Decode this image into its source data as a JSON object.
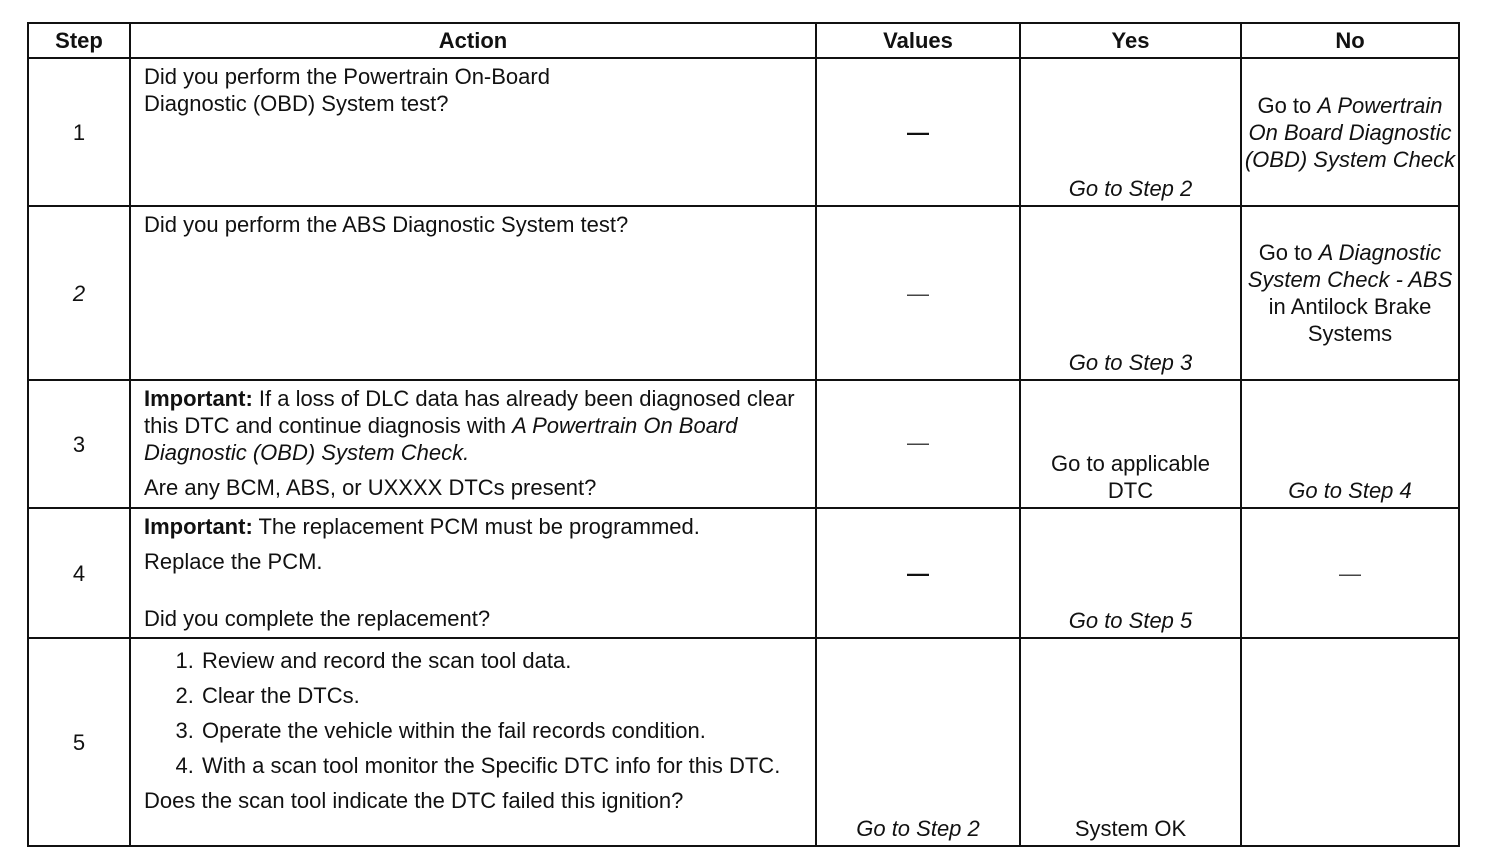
{
  "table": {
    "headers": {
      "step": "Step",
      "action": "Action",
      "values": "Values",
      "yes": "Yes",
      "no": "No"
    },
    "rows": [
      {
        "step": "1",
        "action_line1": "Did you perform the Powertrain On-Board",
        "action_line2": "Diagnostic (OBD) System test?",
        "values": "—",
        "yes": "Go to Step 2",
        "no_prefix": "Go to ",
        "no_ref": "A Powertrain On Board Diagnostic (OBD) System Check"
      },
      {
        "step": "2",
        "action_line1": "Did you perform the ABS Diagnostic System test?",
        "values": "—",
        "yes": "Go to Step 3",
        "no_prefix": "Go to ",
        "no_ref": "A Diagnostic System Check - ABS",
        "no_suffix": " in Antilock Brake Systems"
      },
      {
        "step": "3",
        "important_label": "Important:",
        "important_text": " If a loss of DLC data has already been diagnosed clear this DTC and continue diagnosis with ",
        "important_ref": "A Powertrain On Board Diagnostic (OBD) System Check.",
        "question": "Are any BCM, ABS, or UXXXX DTCs present?",
        "values": "—",
        "yes": "Go to applicable DTC",
        "no": "Go to Step 4"
      },
      {
        "step": "4",
        "important_label": "Important:",
        "important_text": " The replacement PCM must be programmed.",
        "instruction": "Replace the PCM.",
        "question": "Did you complete the replacement?",
        "values": "—",
        "yes": "Go to Step 5",
        "no": "—"
      },
      {
        "step": "5",
        "steps": [
          "Review and record the scan tool data.",
          "Clear the DTCs.",
          "Operate the vehicle within the fail records condition.",
          "With a scan tool monitor the Specific DTC info for this DTC."
        ],
        "question": "Does the scan tool indicate the DTC failed this ignition?",
        "values": "Go to Step 2",
        "yes": "System OK",
        "no": ""
      }
    ]
  }
}
